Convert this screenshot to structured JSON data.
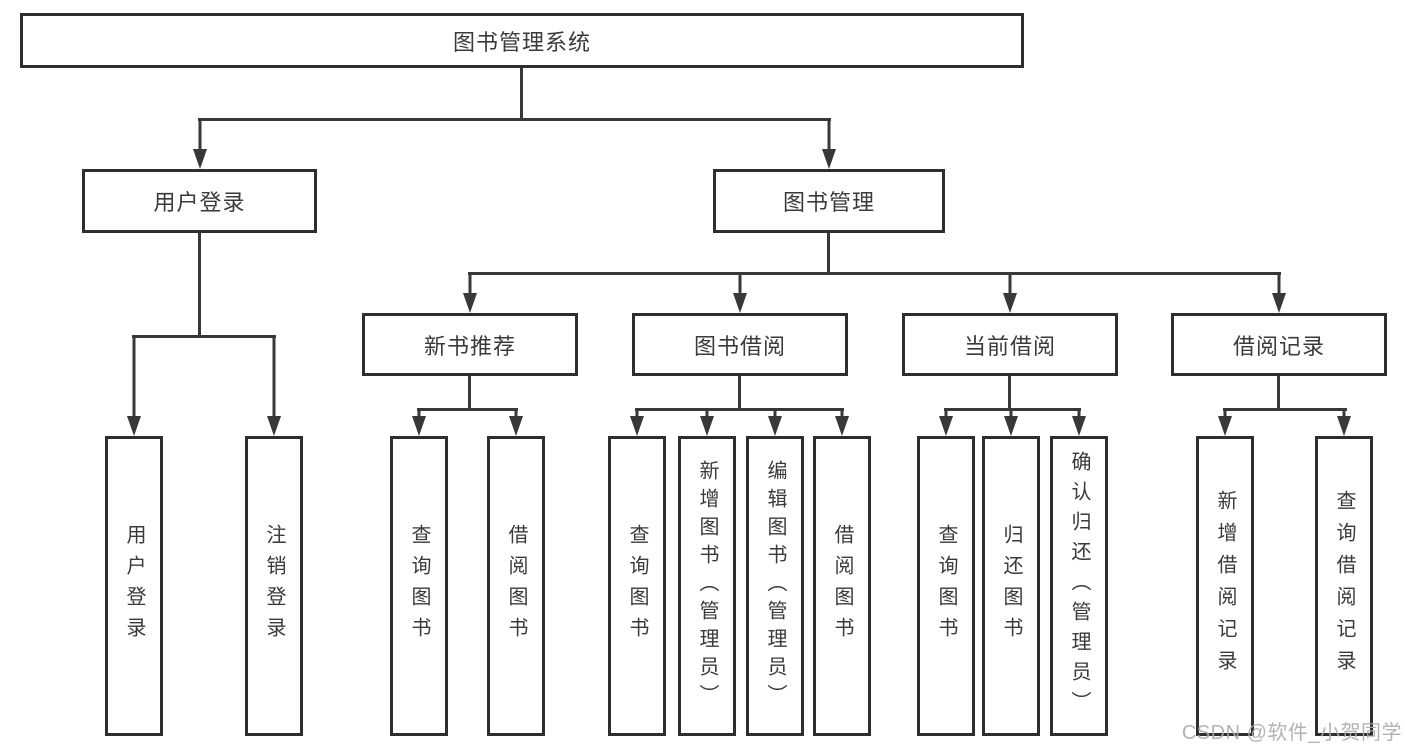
{
  "watermark": "CSDN @软件_小贺同学",
  "colors": {
    "line": "#383838",
    "box_border": "#2e2e2e",
    "text": "#3a3a3a",
    "watermark": "#ababab",
    "background": "#ffffff"
  },
  "tree": {
    "label": "图书管理系统",
    "children": [
      {
        "label": "用户登录",
        "children": [
          {
            "label": "用户登录"
          },
          {
            "label": "注销登录"
          }
        ]
      },
      {
        "label": "图书管理",
        "children": [
          {
            "label": "新书推荐",
            "children": [
              {
                "label": "查询图书"
              },
              {
                "label": "借阅图书"
              }
            ]
          },
          {
            "label": "图书借阅",
            "children": [
              {
                "label": "查询图书"
              },
              {
                "label": "新增图书（管理员）"
              },
              {
                "label": "编辑图书（管理员）"
              },
              {
                "label": "借阅图书"
              }
            ]
          },
          {
            "label": "当前借阅",
            "children": [
              {
                "label": "查询图书"
              },
              {
                "label": "归还图书"
              },
              {
                "label": "确认归还（管理员）"
              }
            ]
          },
          {
            "label": "借阅记录",
            "children": [
              {
                "label": "新增借阅记录"
              },
              {
                "label": "查询借阅记录"
              }
            ]
          }
        ]
      }
    ]
  }
}
